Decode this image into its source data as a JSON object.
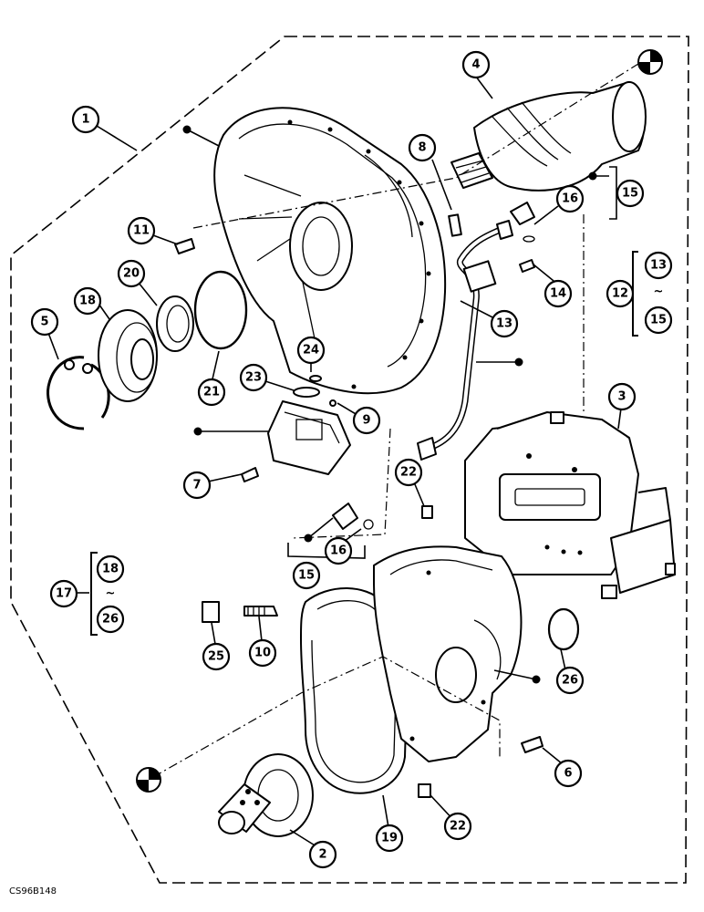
{
  "drawing_code": "CS96B148",
  "range_mark": "~",
  "callouts": {
    "c1": "1",
    "c2": "2",
    "c3": "3",
    "c4": "4",
    "c5": "5",
    "c6": "6",
    "c7": "7",
    "c8": "8",
    "c9": "9",
    "c10": "10",
    "c11": "11",
    "c12": "12",
    "c13a": "13",
    "c13b": "13",
    "c14": "14",
    "c15a": "15",
    "c15b": "15",
    "c15c": "15",
    "c16a": "16",
    "c16b": "16",
    "c17": "17",
    "c18a": "18",
    "c18b": "18",
    "c19": "19",
    "c20": "20",
    "c21": "21",
    "c22a": "22",
    "c22b": "22",
    "c23": "23",
    "c24": "24",
    "c25": "25",
    "c26a": "26",
    "c26b": "26"
  }
}
